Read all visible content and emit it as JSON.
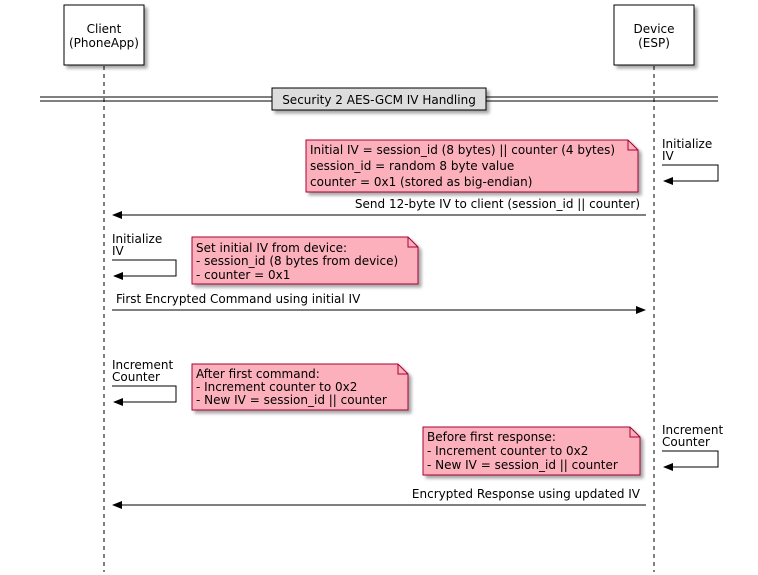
{
  "participants": {
    "client": {
      "line1": "Client",
      "line2": "(PhoneApp)"
    },
    "device": {
      "line1": "Device",
      "line2": "(ESP)"
    }
  },
  "divider": {
    "label": "Security 2 AES-GCM IV Handling"
  },
  "self_calls": {
    "device_init": {
      "line1": "Initialize",
      "line2": "IV"
    },
    "client_init": {
      "line1": "Initialize",
      "line2": "IV"
    },
    "client_increment": {
      "line1": "Increment",
      "line2": "Counter"
    },
    "device_increment": {
      "line1": "Increment",
      "line2": "Counter"
    }
  },
  "notes": {
    "device_initial": [
      "Initial IV = session_id (8 bytes) || counter (4 bytes)",
      "session_id = random 8 byte value",
      "counter = 0x1 (stored as big-endian)"
    ],
    "client_initial": [
      "Set initial IV from device:",
      "- session_id (8 bytes from device)",
      "- counter = 0x1"
    ],
    "client_after_command": [
      "After first command:",
      "- Increment counter to 0x2",
      "- New IV = session_id || counter"
    ],
    "device_before_response": [
      "Before first response:",
      "- Increment counter to 0x2",
      "- New IV = session_id || counter"
    ]
  },
  "messages": {
    "send_iv": "Send 12-byte IV to client (session_id || counter)",
    "first_command": "First Encrypted Command using initial IV",
    "encrypted_response": "Encrypted Response using updated IV"
  },
  "colors": {
    "note_fill": "#fbb0bb",
    "note_stroke": "#a80036",
    "participant_fill": "#ffffff",
    "divider_fill": "#dddddd",
    "line": "#000000"
  }
}
